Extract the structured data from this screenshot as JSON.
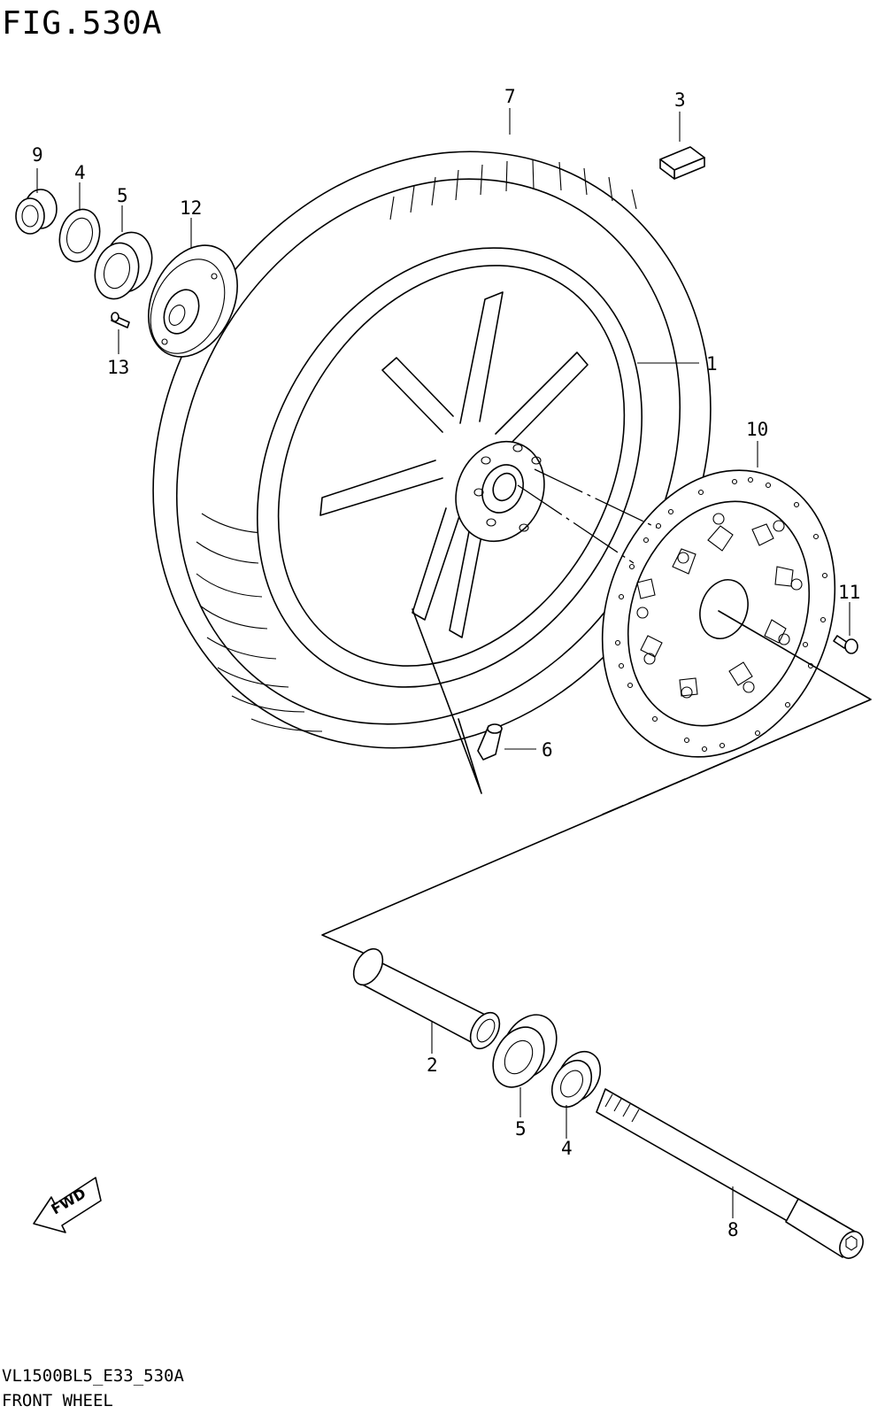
{
  "figure": {
    "title": "FIG.530A",
    "model_code": "VL1500BL5_E33_530A",
    "section_name": "FRONT WHEEL",
    "fwd_badge": "FWD"
  },
  "callouts": [
    {
      "id": "1",
      "label": "1"
    },
    {
      "id": "2",
      "label": "2"
    },
    {
      "id": "3",
      "label": "3"
    },
    {
      "id": "4a",
      "label": "4"
    },
    {
      "id": "4b",
      "label": "4"
    },
    {
      "id": "5a",
      "label": "5"
    },
    {
      "id": "5b",
      "label": "5"
    },
    {
      "id": "6",
      "label": "6"
    },
    {
      "id": "7",
      "label": "7"
    },
    {
      "id": "8",
      "label": "8"
    },
    {
      "id": "9",
      "label": "9"
    },
    {
      "id": "10",
      "label": "10"
    },
    {
      "id": "11",
      "label": "11"
    },
    {
      "id": "12",
      "label": "12"
    },
    {
      "id": "13",
      "label": "13"
    }
  ]
}
